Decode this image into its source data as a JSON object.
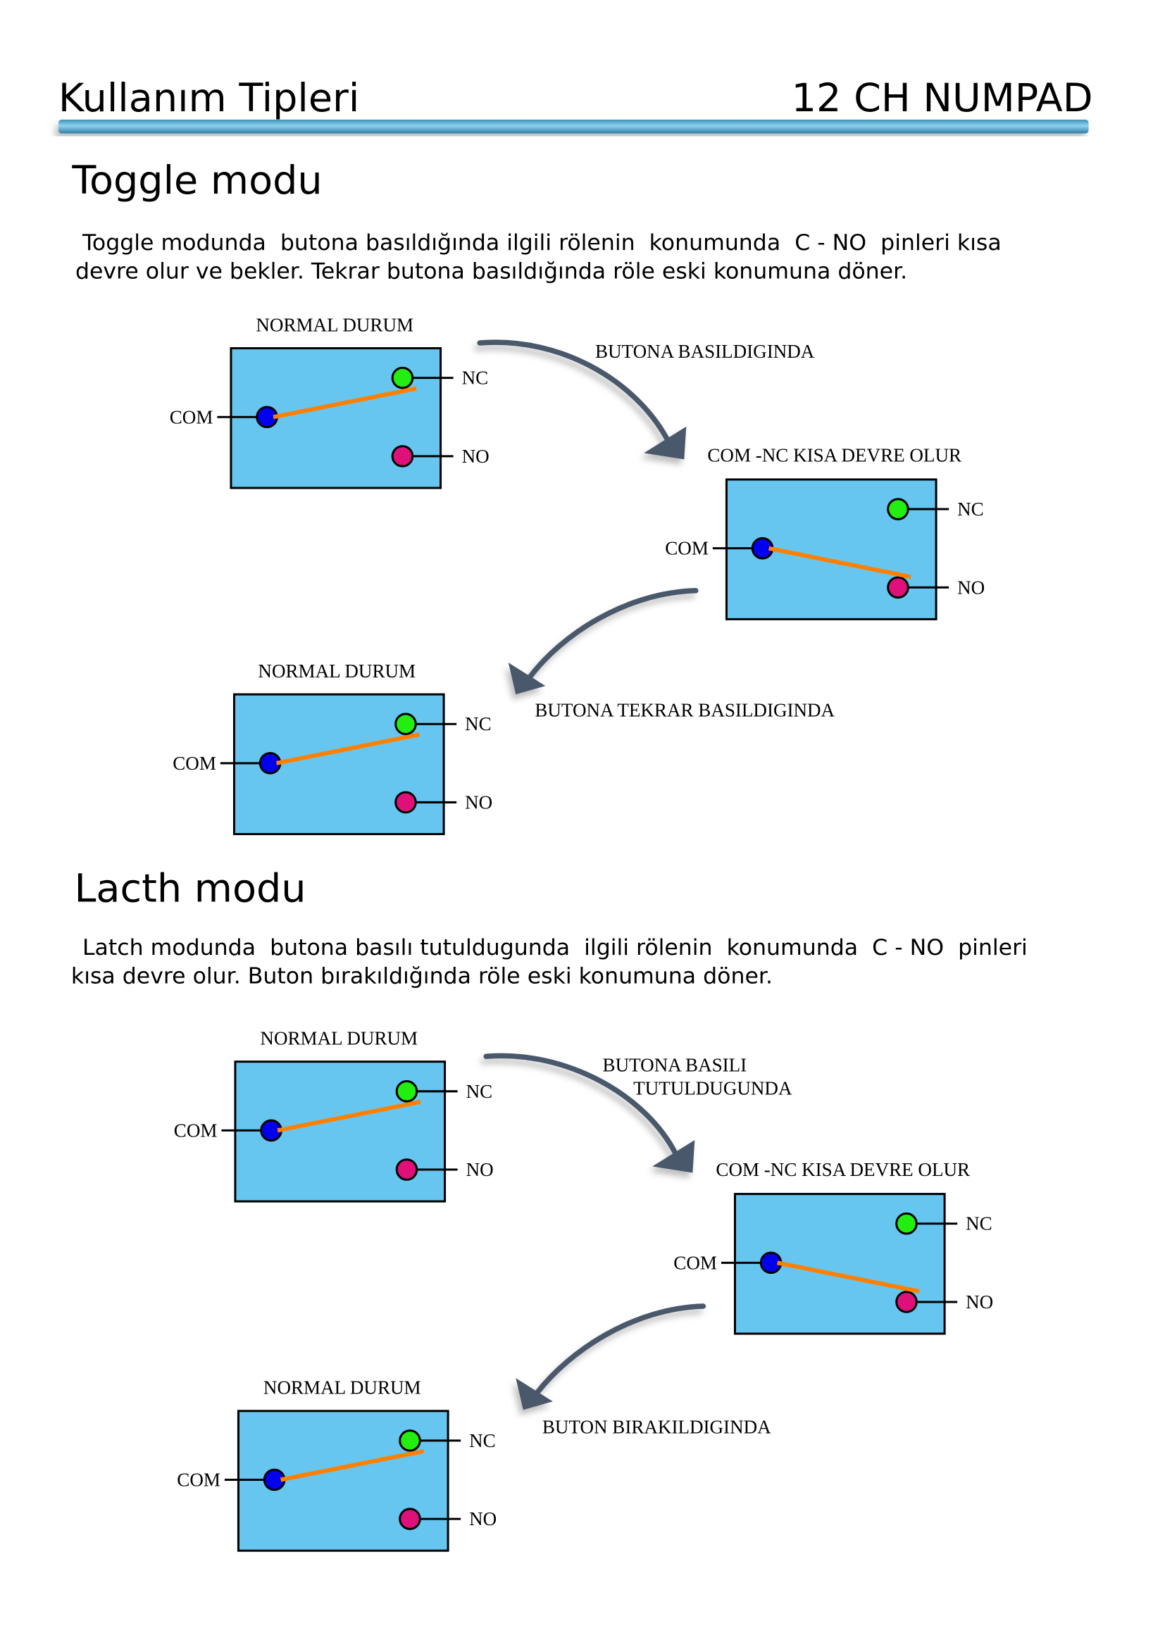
{
  "header": {
    "title": "Kullanım Tipleri",
    "product": "12 CH NUMPAD"
  },
  "toggle": {
    "heading": "Toggle modu",
    "paragraph": [
      " Toggle modunda  butona basıldığında ilgili rölenin  konumunda  C - NO  pinleri kısa",
      "devre olur ve bekler. Tekrar butona basıldığında röle eski konumuna döner."
    ],
    "state_normal": "NORMAL DURUM",
    "arrow1_label": "BUTONA BASILDIGINDA",
    "state_active": "COM -NC KISA DEVRE OLUR",
    "arrow2_label": "BUTONA TEKRAR BASILDIGINDA",
    "state_normal2": "NORMAL DURUM"
  },
  "latch": {
    "heading": "Lacth modu",
    "paragraph": [
      " Latch modunda  butona basılı tutuldugunda  ilgili rölenin  konumunda  C - NO  pinleri",
      "kısa devre olur. Buton bırakıldığında röle eski konumuna döner."
    ],
    "state_normal": "NORMAL DURUM",
    "arrow1_label": [
      "BUTONA BASILI",
      "TUTULDUGUNDA"
    ],
    "state_active": "COM -NC KISA DEVRE OLUR",
    "arrow2_label": "BUTON BIRAKILDIGINDA",
    "state_normal2": "NORMAL DURUM"
  },
  "relay_labels": {
    "com": "COM",
    "nc": "NC",
    "no": "NO"
  },
  "colors": {
    "box": "#66c6ef",
    "com_pin": "#0000ee",
    "nc_pin": "#22ee11",
    "no_pin": "#e0107a",
    "lever": "#ff8000",
    "arrow": "#48586b",
    "bar": "#5fb6dc"
  }
}
